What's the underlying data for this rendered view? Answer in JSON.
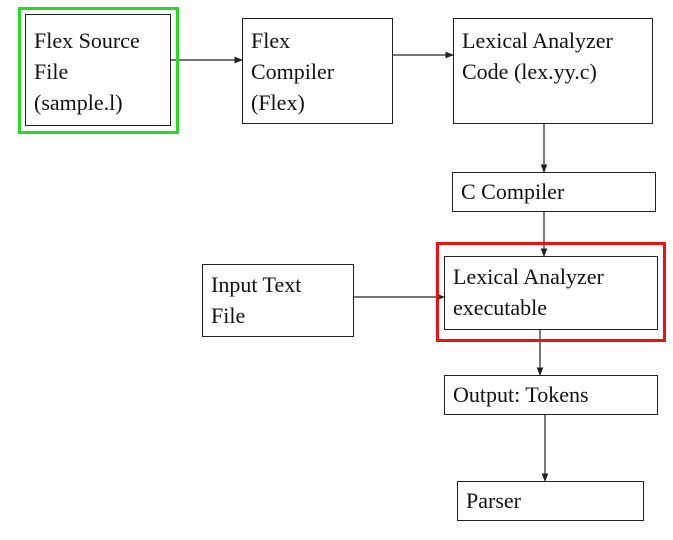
{
  "colors": {
    "highlight_green": "#22dd22",
    "highlight_red": "#ee1111",
    "line": "#222222"
  },
  "nodes": {
    "flex_source": [
      "Flex Source",
      "File",
      "(sample.l)"
    ],
    "flex_compiler": [
      "Flex",
      "Compiler",
      "(Flex)"
    ],
    "lex_code": [
      "Lexical Analyzer",
      "Code (lex.yy.c)"
    ],
    "c_compiler": [
      "C Compiler"
    ],
    "input_text": [
      "Input Text",
      "File"
    ],
    "lex_exec": [
      "Lexical Analyzer",
      "executable"
    ],
    "output_tokens": [
      "Output: Tokens"
    ],
    "parser": [
      "Parser"
    ]
  },
  "edges": [
    {
      "from": "flex_source",
      "to": "flex_compiler"
    },
    {
      "from": "flex_compiler",
      "to": "lex_code"
    },
    {
      "from": "lex_code",
      "to": "c_compiler"
    },
    {
      "from": "c_compiler",
      "to": "lex_exec"
    },
    {
      "from": "input_text",
      "to": "lex_exec"
    },
    {
      "from": "lex_exec",
      "to": "output_tokens"
    },
    {
      "from": "output_tokens",
      "to": "parser"
    }
  ],
  "highlights": {
    "flex_source": "highlight_green",
    "lex_exec": "highlight_red"
  }
}
